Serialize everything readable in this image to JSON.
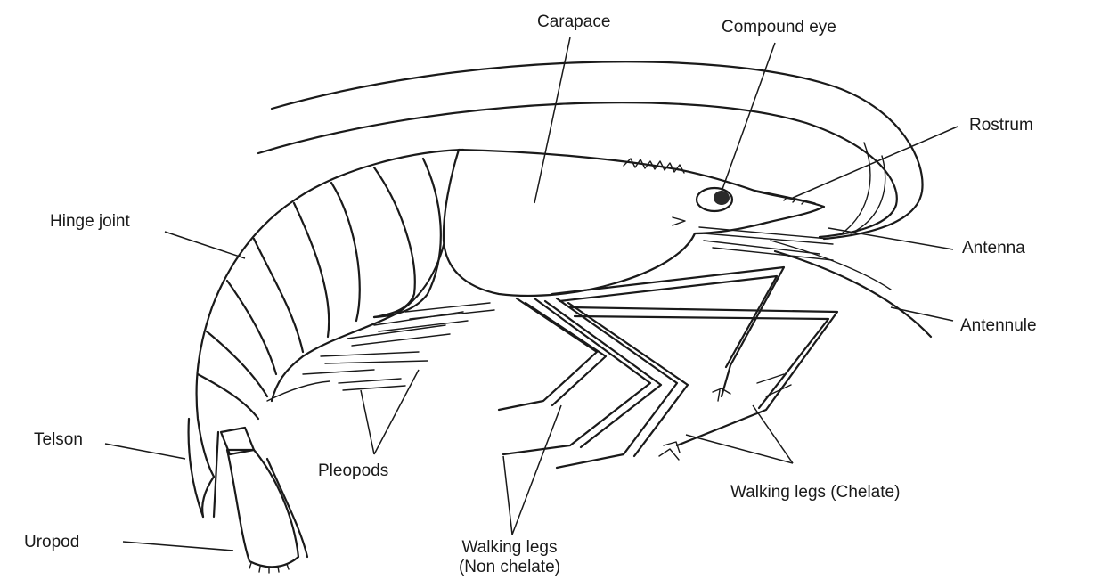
{
  "labels": {
    "carapace": "Carapace",
    "compound_eye": "Compound eye",
    "rostrum": "Rostrum",
    "hinge_joint": "Hinge joint",
    "antenna": "Antenna",
    "antennule": "Antennule",
    "telson": "Telson",
    "pleopods": "Pleopods",
    "walking_legs_chelate": "Walking legs (Chelate)",
    "uropod": "Uropod",
    "walking_legs_non_chelate_line1": "Walking legs",
    "walking_legs_non_chelate_line2": "(Non chelate)"
  }
}
